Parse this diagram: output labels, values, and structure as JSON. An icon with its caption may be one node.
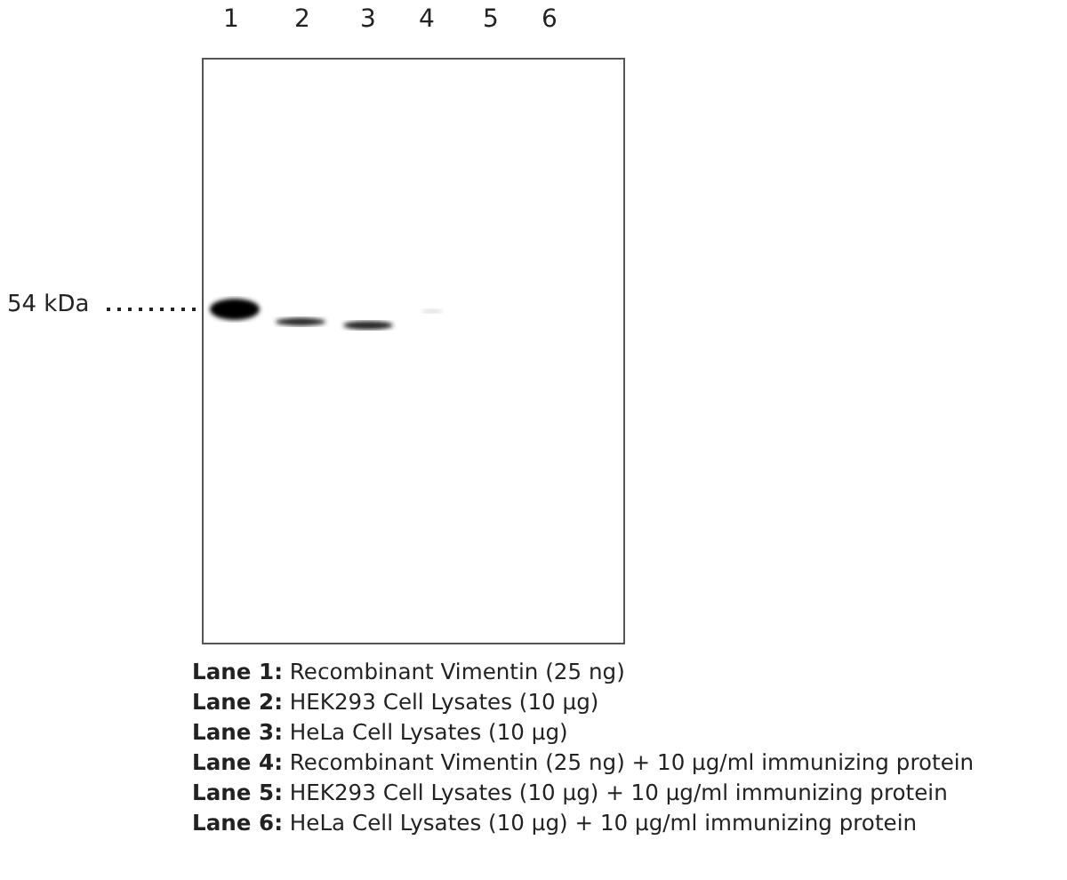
{
  "diagram": {
    "labels": [
      "1",
      "2",
      "3",
      "4",
      "5",
      "6",
      "54 kDa",
      "**Lane 1:** Recombinant Vimentin (25 ng)",
      "**Lane 2:** HEK293 Cell Lysates (10 µg)",
      "**Lane 3:** HeLa Cell Lysates (10 µg)",
      "**Lane 4:** Recombinant Vimentin (25 ng) + 10 µg/ml immunizing protein",
      "**Lane 5:** HEK293 Cell Lysates (10 µg) + 10 µg/ml immunizing protein",
      "**Lane 6:** HeLa Cell Lysates (10 µg) + 10 µg/ml immunizing protein"
    ]
  }
}
